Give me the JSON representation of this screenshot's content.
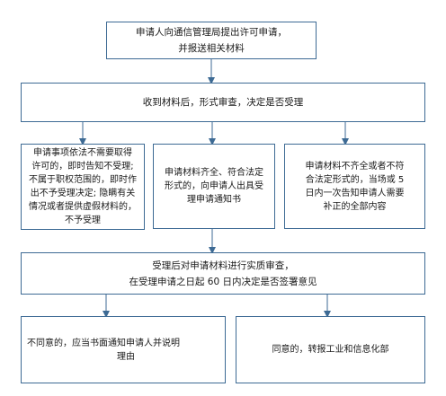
{
  "colors": {
    "border": "#3d6a94",
    "arrow": "#3d6a94",
    "text": "#1a1a1a"
  },
  "steps": {
    "apply": {
      "lines": [
        "申请人向通信管理局提出许可申请，",
        "并报送相关材料"
      ]
    },
    "review": {
      "lines": [
        "收到材料后，形式审查，决定是否受理"
      ]
    },
    "reject": {
      "lines": [
        "申请事项依法不需要取得",
        "许可的，即时告知不受理;",
        "不属于职权范围的，即时作",
        "出不予受理决定; 隐瞒有关",
        "情况或者提供虚假材料的，",
        "不予受理"
      ]
    },
    "accept": {
      "lines": [
        "申请材料齐全、符合法定",
        "形式的，向申请人出具受",
        "理申请通知书"
      ]
    },
    "supplement": {
      "lines": [
        "申请材料不齐全或者不符",
        "合法定形式的，当场或 5",
        "日内一次告知申请人需要",
        "补正的全部内容"
      ]
    },
    "substantive": {
      "lines": [
        "受理后对申请材料进行实质审查，",
        "在受理申请之日起 60 日内决定是否签署意见"
      ]
    },
    "disagree": {
      "lines": [
        "不同意的，应当书面通知申请人并说明",
        "理由"
      ]
    },
    "agree": {
      "lines": [
        "同意的，转报工业和信息化部"
      ]
    }
  }
}
